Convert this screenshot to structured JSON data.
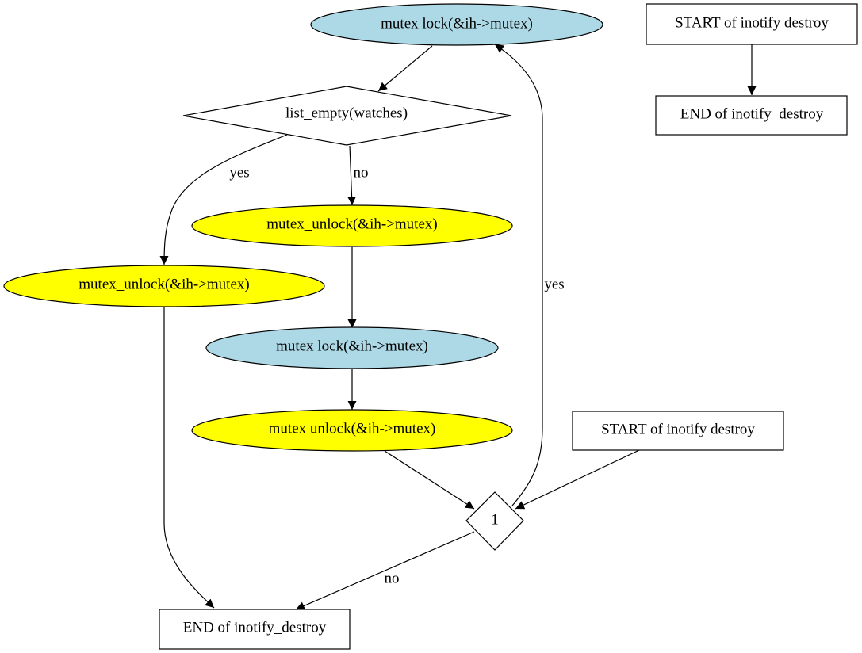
{
  "colors": {
    "lock": "#add8e6",
    "unlock": "#ffff00",
    "plain": "#ffffff",
    "stroke": "#000000"
  },
  "nodes": {
    "lock_top": "mutex  lock(&ih->mutex)",
    "list_empty": "list_empty(watches)",
    "unlock_no": "mutex_unlock(&ih->mutex)",
    "unlock_yes": "mutex_unlock(&ih->mutex)",
    "lock_mid": "mutex  lock(&ih->mutex)",
    "unlock_mid": "mutex  unlock(&ih->mutex)",
    "decision_1": "1",
    "start_top": "START of inotify  destroy",
    "end_top": "END of inotify_destroy",
    "start_mid": "START of inotify  destroy",
    "end_bottom": "END of inotify_destroy"
  },
  "edge_labels": {
    "list_empty_yes": "yes",
    "list_empty_no": "no",
    "decision_yes": "yes",
    "decision_no": "no"
  }
}
